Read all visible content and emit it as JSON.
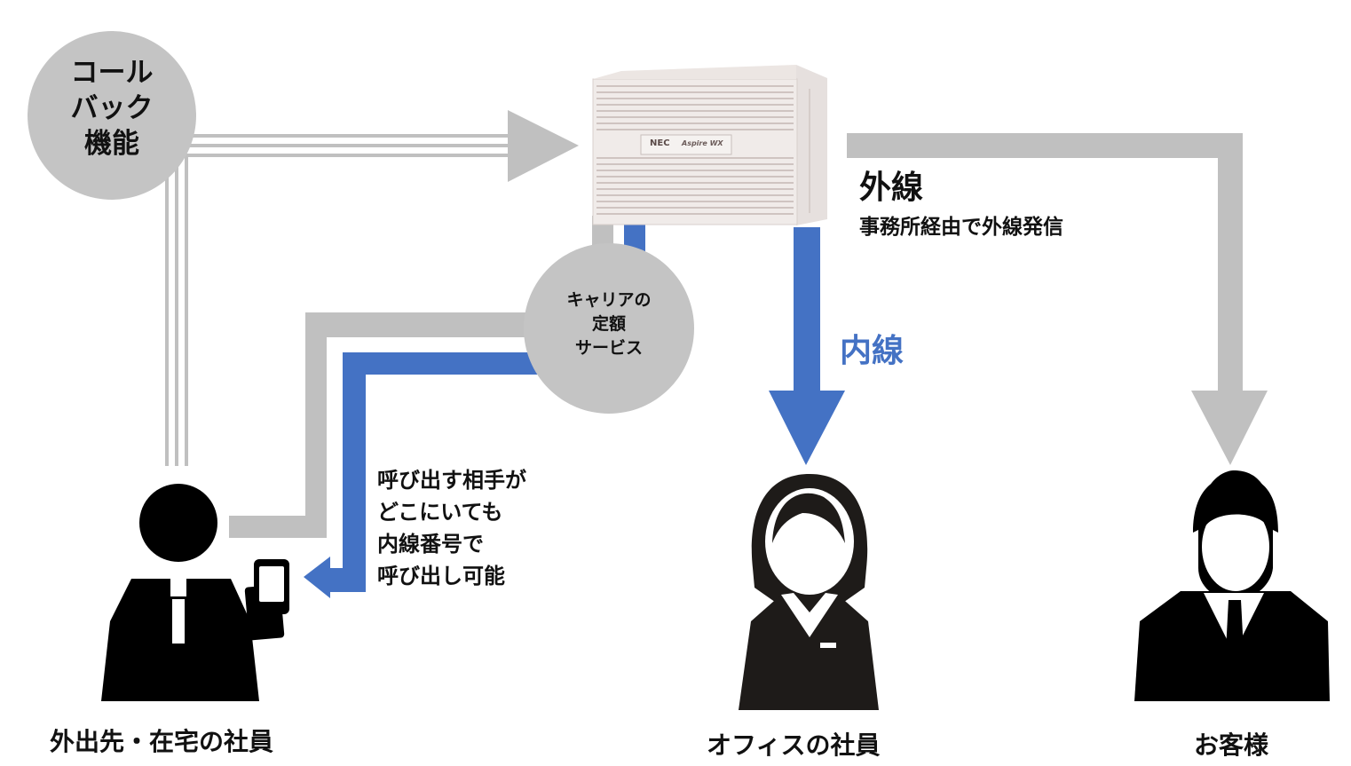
{
  "callback_circle": {
    "text": "コール\nバック\n機能"
  },
  "carrier_circle": {
    "text": "キャリアの\n定額\nサービス"
  },
  "device": {
    "brand": "NEC",
    "model": "Aspire WX"
  },
  "external_line": {
    "title": "外線",
    "subtitle": "事務所経由で外線発信"
  },
  "internal_line": {
    "title": "内線"
  },
  "note": {
    "text": "呼び出す相手が\nどこにいても\n内線番号で\n呼び出し可能"
  },
  "people": {
    "remote_employee": "外出先・在宅の社員",
    "office_employee": "オフィスの社員",
    "customer": "お客様"
  },
  "colors": {
    "gray_arrow": "#c0c0c0",
    "blue_arrow": "#4472c4",
    "circle": "#c4c4c4",
    "internal_text": "#4472c4"
  }
}
